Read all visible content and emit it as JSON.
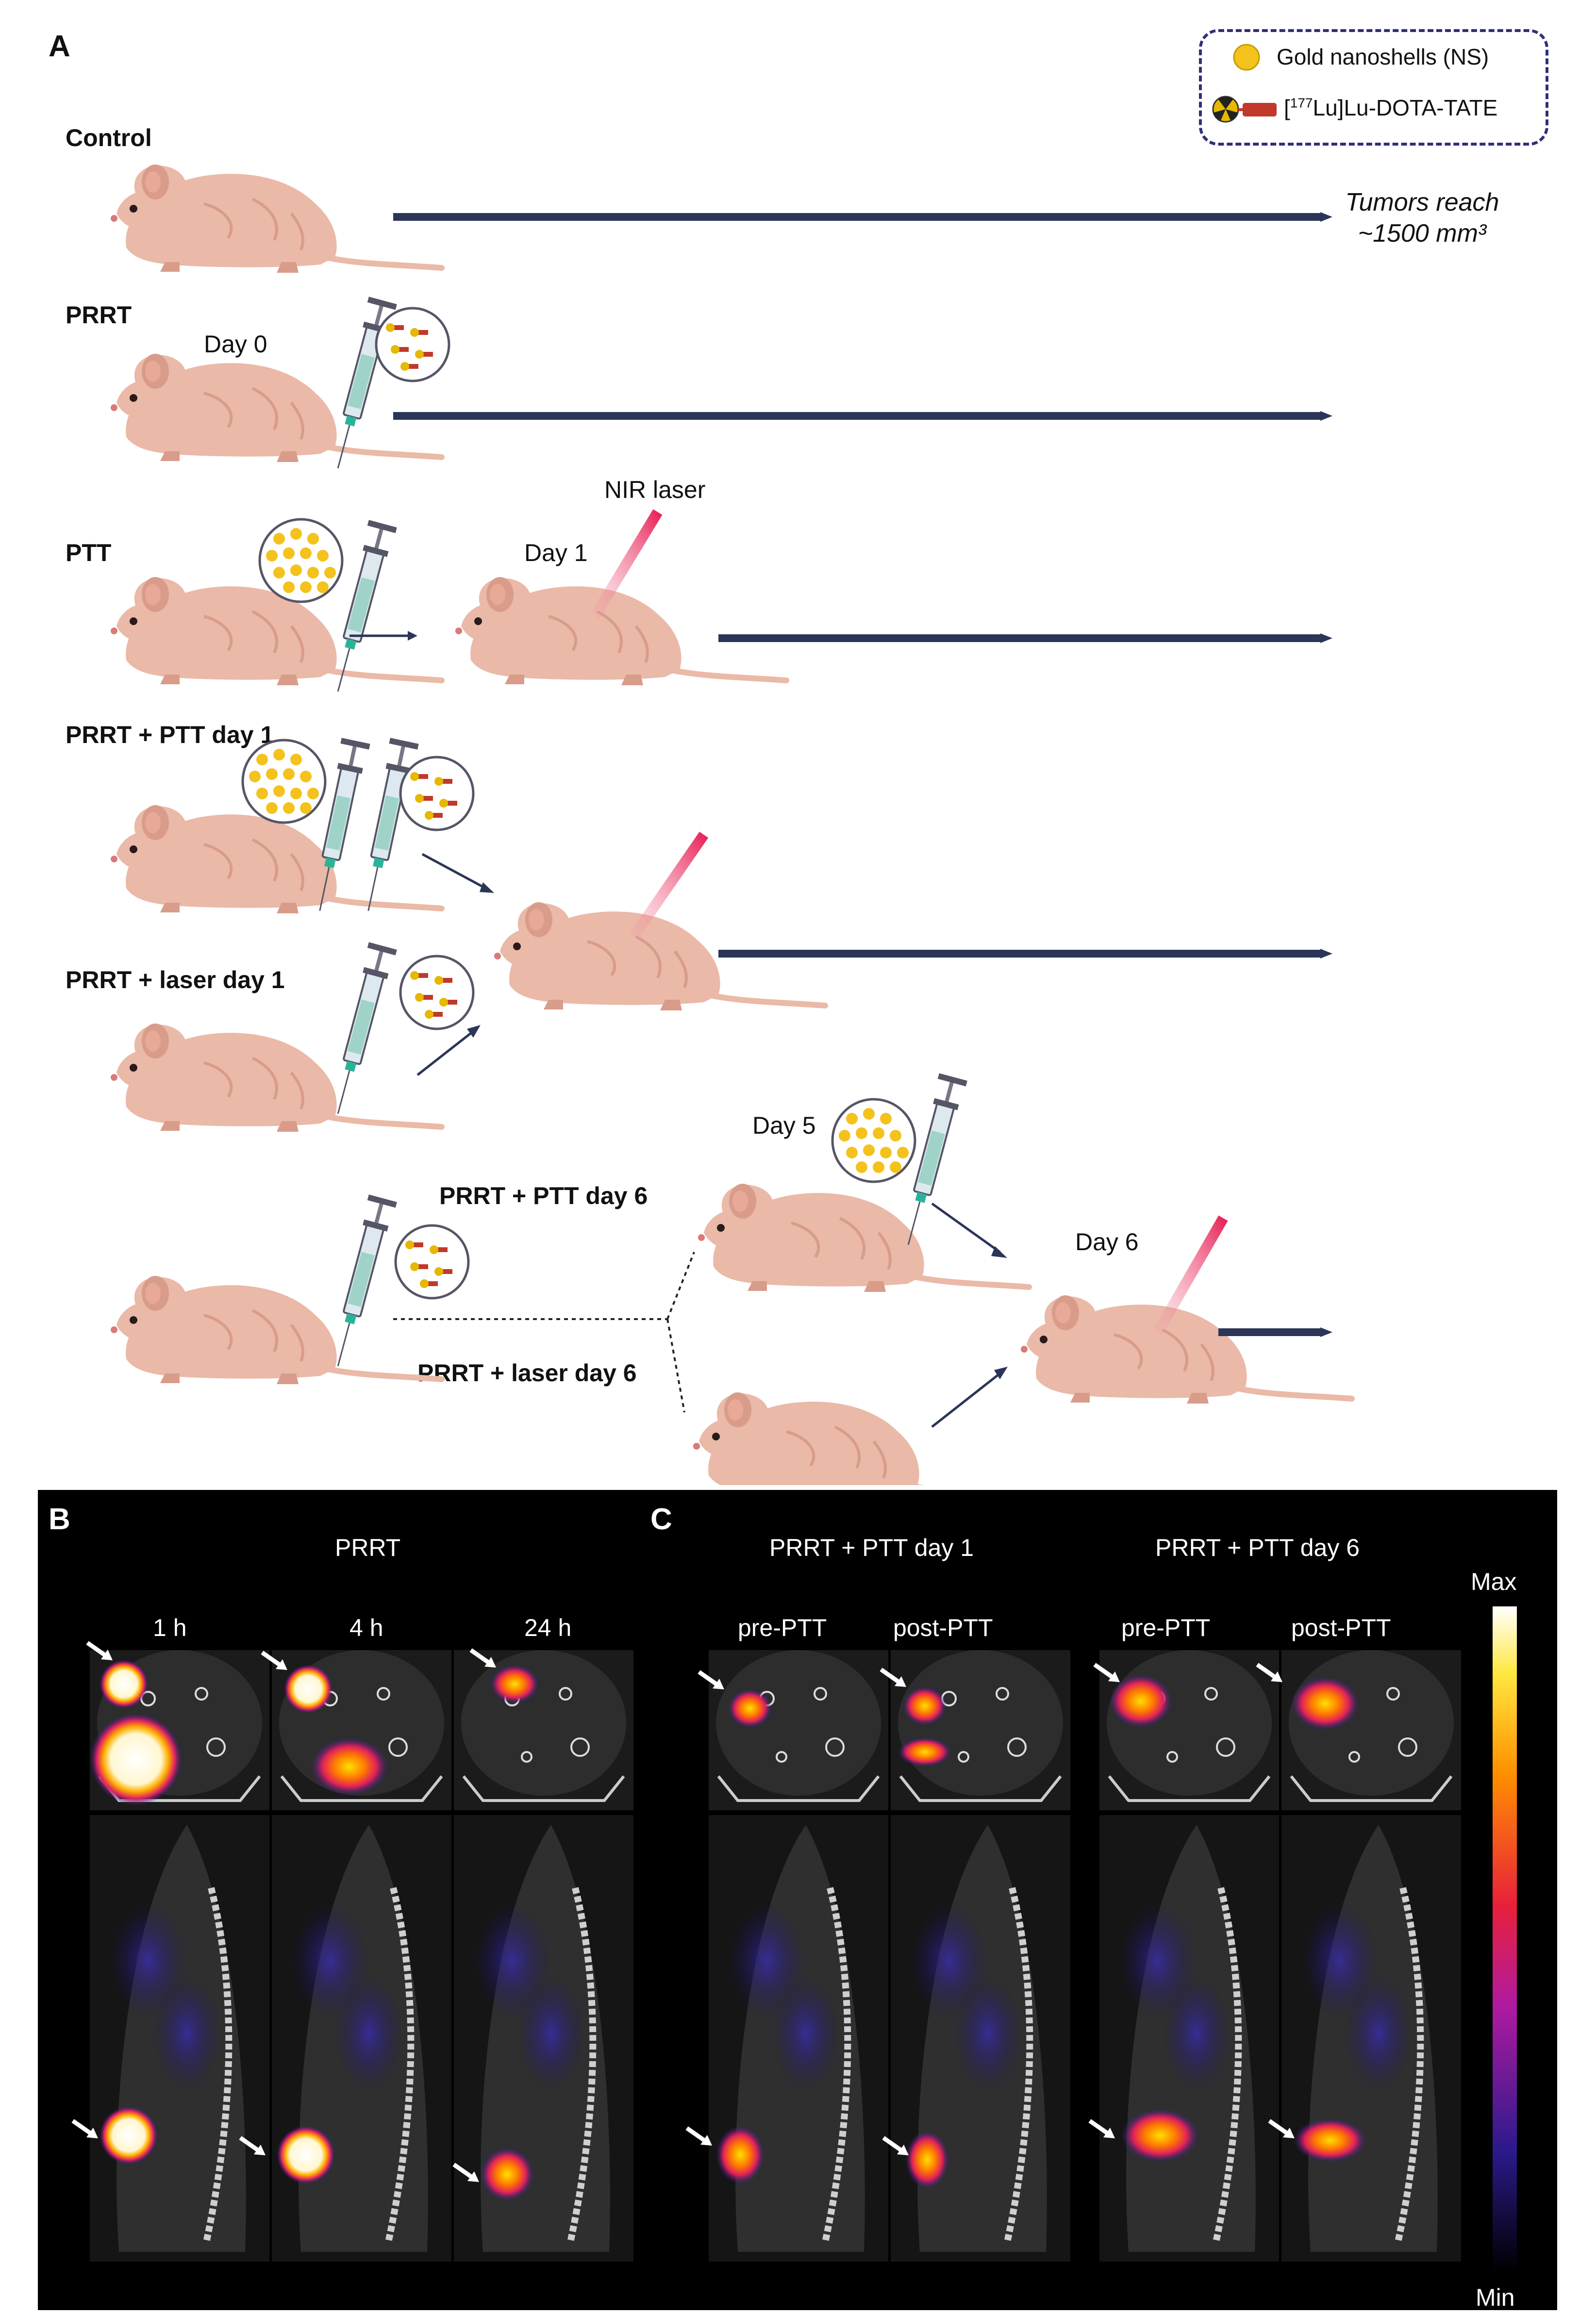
{
  "panel_a": {
    "letter": "A",
    "legend": {
      "items": [
        {
          "label": "Gold nanoshells (NS)",
          "icon": "gold-nanoshell-icon"
        },
        {
          "label_sup": "177",
          "label_pre": "[",
          "label_post": "Lu]Lu-DOTA-TATE",
          "icon": "radioligand-icon"
        }
      ]
    },
    "groups": {
      "control": "Control",
      "prrt": "PRRT",
      "ptt": "PTT",
      "prrt_ptt_day1": "PRRT + PTT day 1",
      "prrt_laser_day1": "PRRT + laser day 1",
      "prrt_ptt_day6": "PRRT + PTT day 6",
      "prrt_laser_day6": "PRRT + laser day 6"
    },
    "tumor_end": {
      "line1": "Tumors reach",
      "line2": "~1500 mm³"
    },
    "day0": "Day 0",
    "day1": "Day 1",
    "day5": "Day 5",
    "day6": "Day 6",
    "nir_laser": "NIR laser"
  },
  "panel_b": {
    "letter": "B",
    "title": "PRRT",
    "timepoints": [
      "1 h",
      "4 h",
      "24 h"
    ]
  },
  "panel_c": {
    "letter": "C",
    "group1": "PRRT + PTT day 1",
    "group2": "PRRT + PTT day 6",
    "sub": [
      "pre-PTT",
      "post-PTT",
      "pre-PTT",
      "post-PTT"
    ]
  },
  "colorbar": {
    "max": "Max",
    "min": "Min"
  },
  "colors": {
    "navy": "#2b3558",
    "mouse": "#eab9a7",
    "mouse_shade": "#d99c8a",
    "gold": "#f4c21c",
    "laser": "#e8265a",
    "legend_border": "#2f2f7a"
  }
}
